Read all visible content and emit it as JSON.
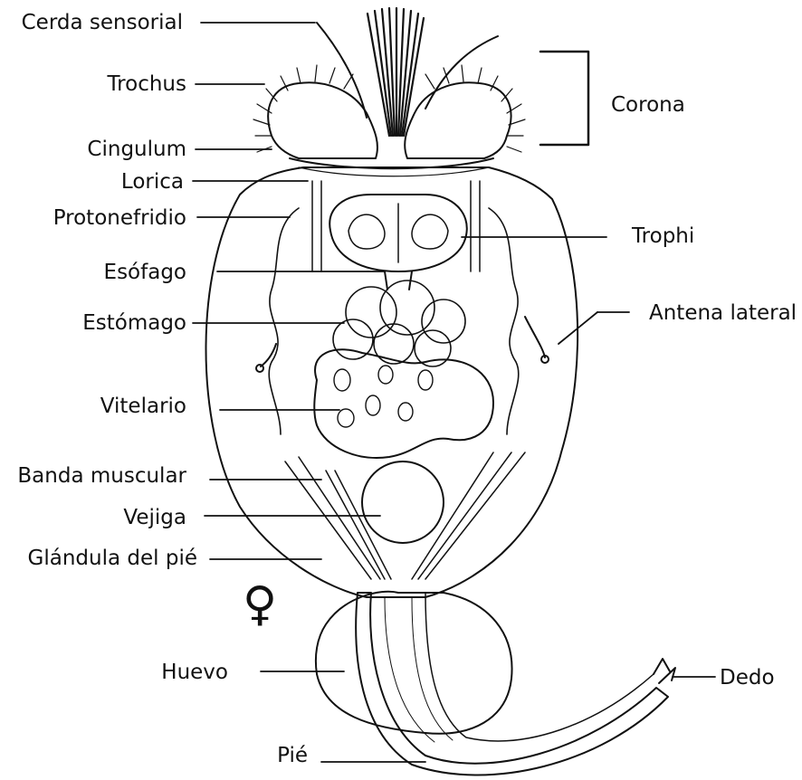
{
  "labels": {
    "cerda_sensorial": "Cerda sensorial",
    "trochus": "Trochus",
    "cingulum": "Cingulum",
    "lorica": "Lorica",
    "protonefridio": "Protonefridio",
    "esofago": "Esófago",
    "estomago": "Estómago",
    "vitelario": "Vitelario",
    "banda_muscular": "Banda muscular",
    "vejiga": "Vejiga",
    "glandula_pie": "Glándula del pié",
    "huevo": "Huevo",
    "pie": "Pié",
    "corona": "Corona",
    "trophi": "Trophi",
    "antena_lateral": "Antena lateral",
    "dedo": "Dedo"
  },
  "symbols": {
    "female": "♀"
  },
  "colors": {
    "ink": "#111111",
    "background": "#ffffff"
  }
}
